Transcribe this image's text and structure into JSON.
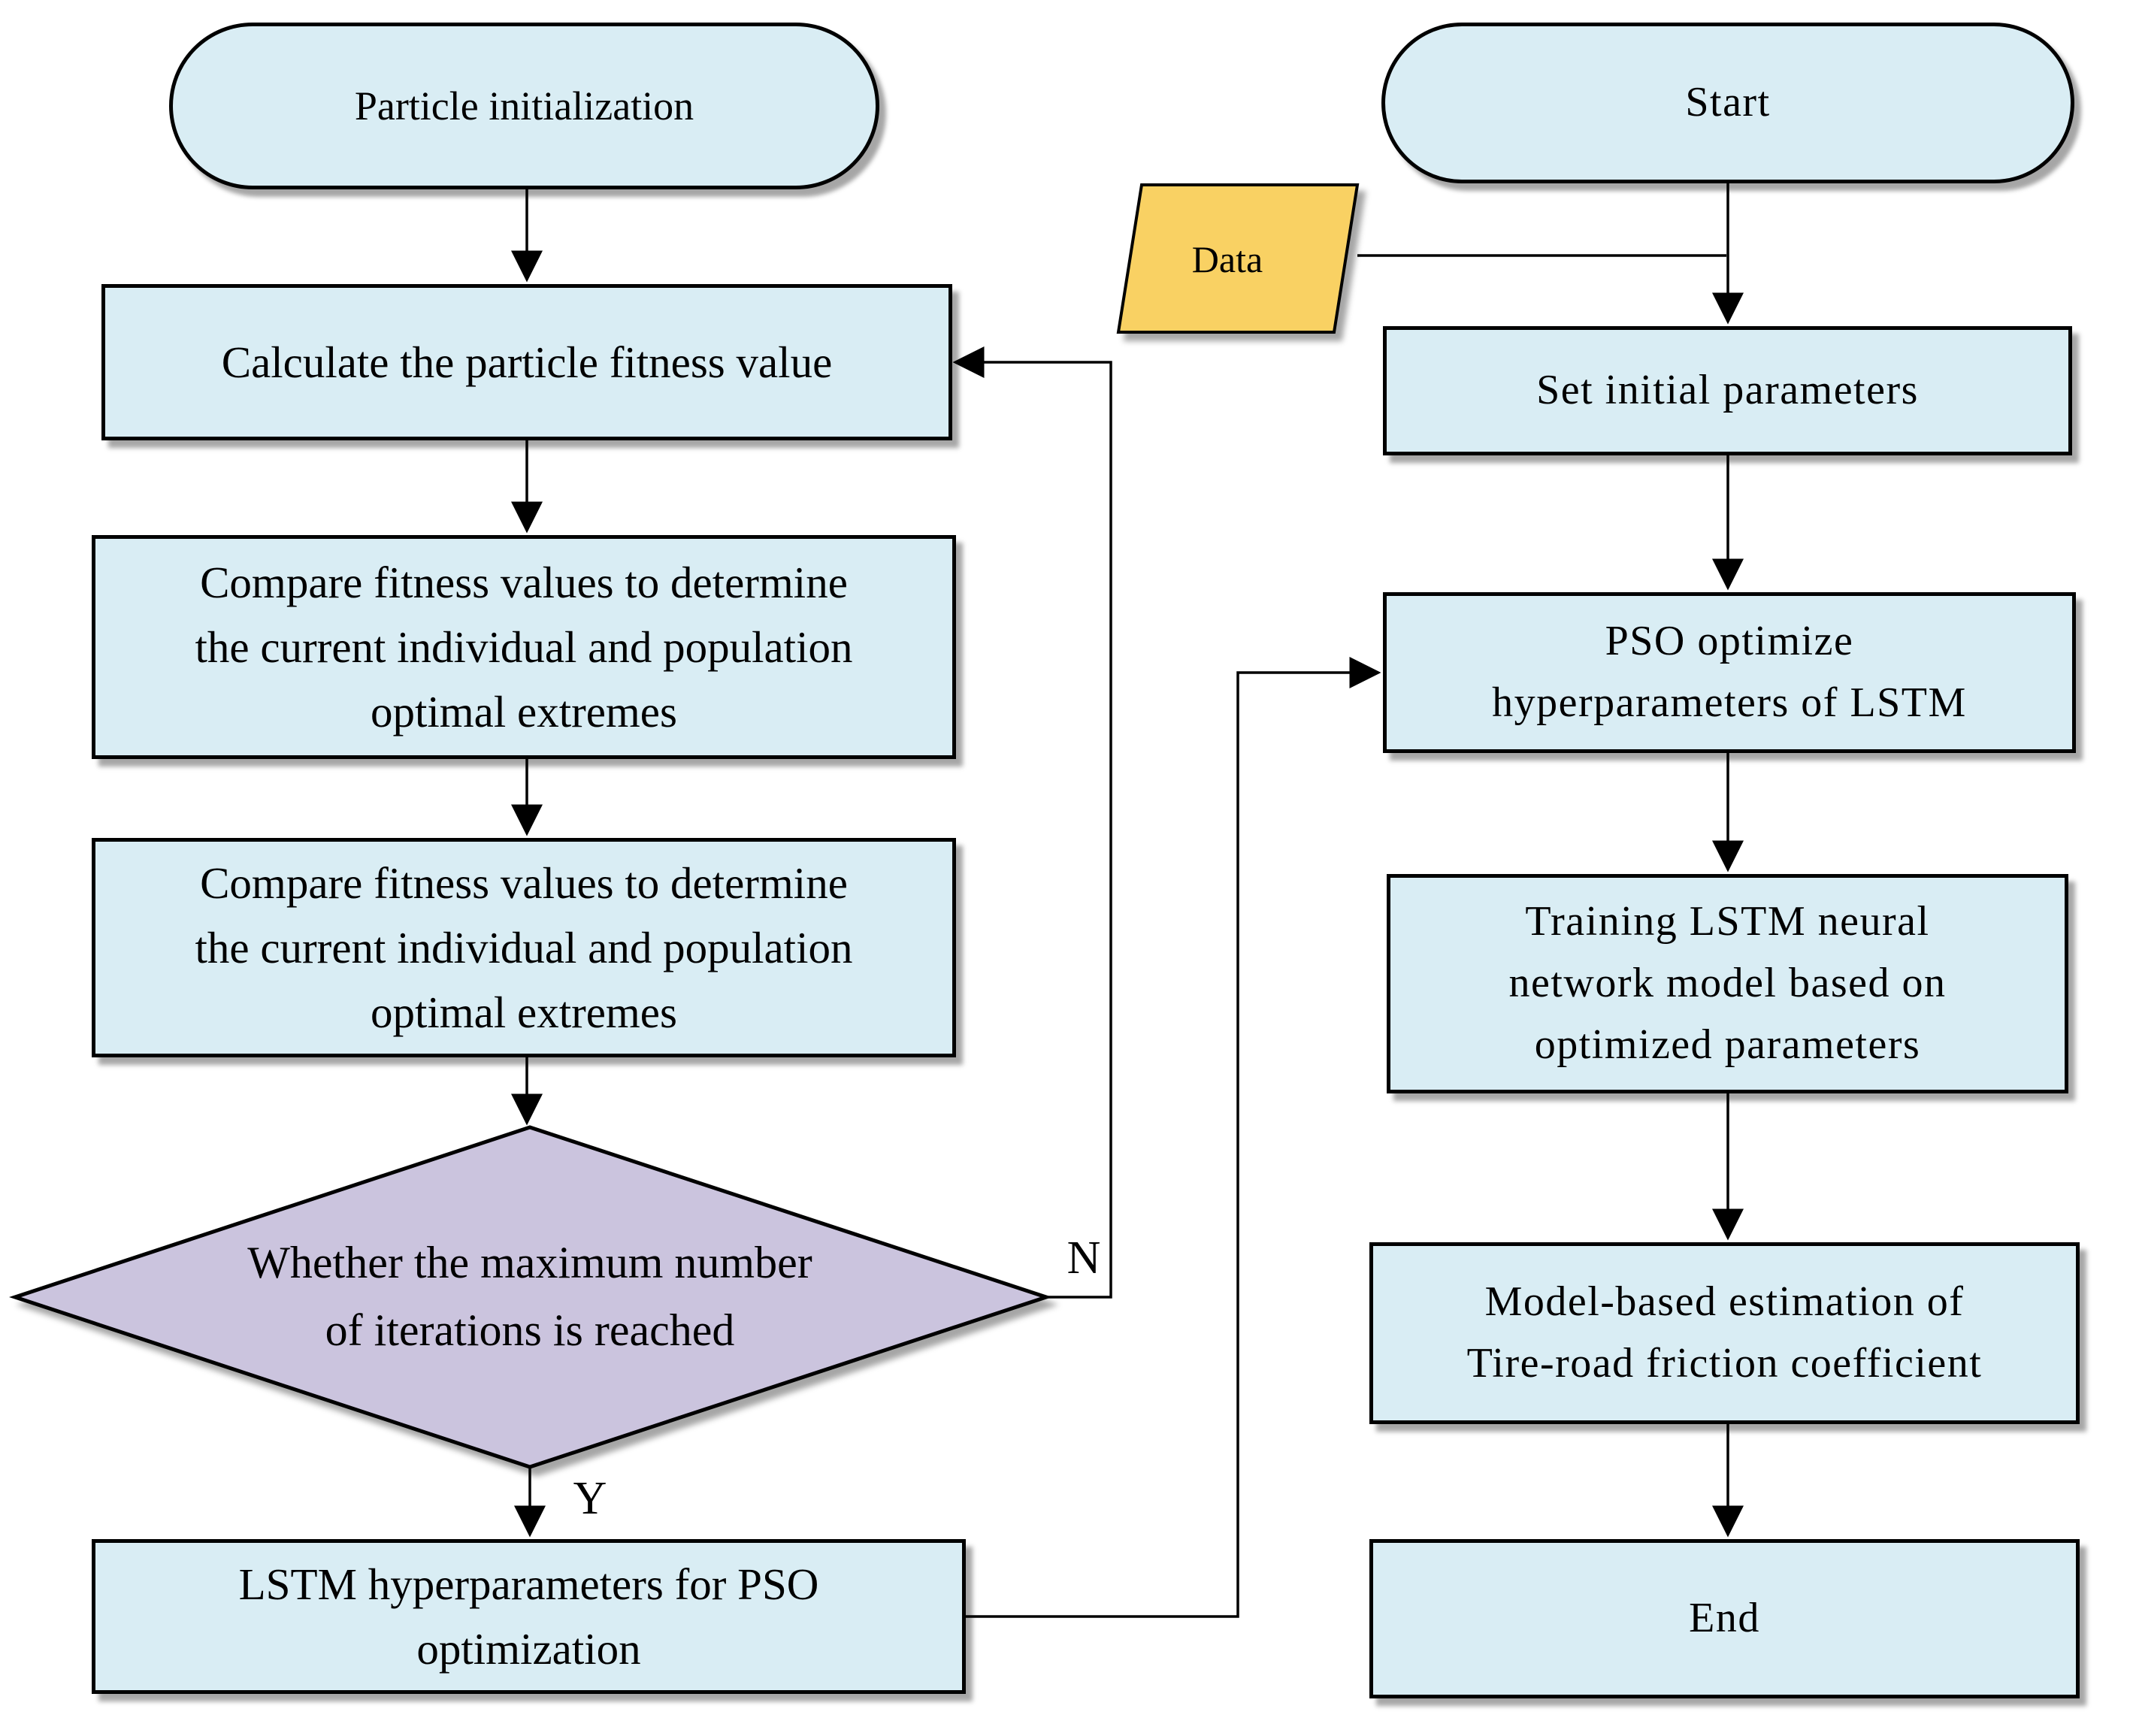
{
  "figure": {
    "type": "flowchart",
    "nodes": {
      "particle_init": "Particle initialization",
      "calc_fitness": "Calculate the particle fitness value",
      "compare_1": "Compare fitness values to determine\nthe current individual and population\noptimal extremes",
      "compare_2": "Compare fitness values to determine\nthe current individual and population\noptimal extremes",
      "decision_max_iter": "Whether the maximum number\nof iterations is reached",
      "lstm_hyperparams": "LSTM hyperparameters for PSO\noptimization",
      "start": "Start",
      "data": "Data",
      "set_initial": "Set initial parameters",
      "pso_optimize": "PSO optimize\nhyperparameters of LSTM",
      "train_lstm": "Training LSTM neural\nnetwork model based on\noptimized parameters",
      "model_estimation": "Model-based estimation of\nTire-road friction coefficient",
      "end": "End"
    },
    "edge_labels": {
      "no": "N",
      "yes": "Y"
    },
    "colors": {
      "process_fill": "#d9edf4",
      "decision_fill": "#cbc4de",
      "data_fill": "#f9d164",
      "stroke": "#000000",
      "bg": "#ffffff"
    }
  }
}
